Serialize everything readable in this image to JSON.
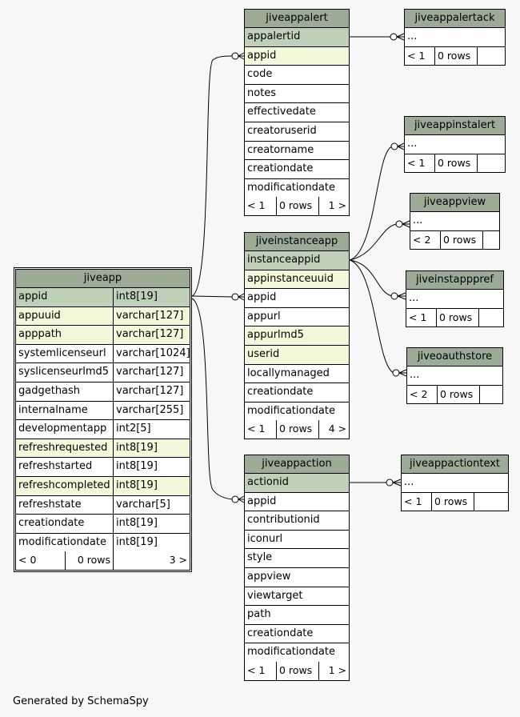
{
  "footer": "Generated by SchemaSpy",
  "tables": {
    "jiveapp": {
      "name": "jiveapp",
      "columns": [
        {
          "name": "appid",
          "type": "int8[19]"
        },
        {
          "name": "appuuid",
          "type": "varchar[127]"
        },
        {
          "name": "apppath",
          "type": "varchar[127]"
        },
        {
          "name": "systemlicenseurl",
          "type": "varchar[1024]"
        },
        {
          "name": "syslicenseurlmd5",
          "type": "varchar[127]"
        },
        {
          "name": "gadgethash",
          "type": "varchar[127]"
        },
        {
          "name": "internalname",
          "type": "varchar[255]"
        },
        {
          "name": "developmentapp",
          "type": "int2[5]"
        },
        {
          "name": "refreshrequested",
          "type": "int8[19]"
        },
        {
          "name": "refreshstarted",
          "type": "int8[19]"
        },
        {
          "name": "refreshcompleted",
          "type": "int8[19]"
        },
        {
          "name": "refreshstate",
          "type": "varchar[5]"
        },
        {
          "name": "creationdate",
          "type": "int8[19]"
        },
        {
          "name": "modificationdate",
          "type": "int8[19]"
        }
      ],
      "footer": {
        "parents": "< 0",
        "rows": "0 rows",
        "children": "3 >"
      }
    },
    "jiveappalert": {
      "name": "jiveappalert",
      "columns": [
        "appalertid",
        "appid",
        "code",
        "notes",
        "effectivedate",
        "creatoruserid",
        "creatorname",
        "creationdate",
        "modificationdate"
      ],
      "footer": {
        "parents": "< 1",
        "rows": "0 rows",
        "children": "1 >"
      }
    },
    "jiveinstanceapp": {
      "name": "jiveinstanceapp",
      "columns": [
        "instanceappid",
        "appinstanceuuid",
        "appid",
        "appurl",
        "appurlmd5",
        "userid",
        "locallymanaged",
        "creationdate",
        "modificationdate"
      ],
      "footer": {
        "parents": "< 1",
        "rows": "0 rows",
        "children": "4 >"
      }
    },
    "jiveappaction": {
      "name": "jiveappaction",
      "columns": [
        "actionid",
        "appid",
        "contributionid",
        "iconurl",
        "style",
        "appview",
        "viewtarget",
        "path",
        "creationdate",
        "modificationdate"
      ],
      "footer": {
        "parents": "< 1",
        "rows": "0 rows",
        "children": "1 >"
      }
    },
    "jiveappalertack": {
      "name": "jiveappalertack",
      "columns": [
        "..."
      ],
      "footer": {
        "parents": "< 1",
        "rows": "0 rows"
      }
    },
    "jiveappinstalert": {
      "name": "jiveappinstalert",
      "columns": [
        "..."
      ],
      "footer": {
        "parents": "< 1",
        "rows": "0 rows"
      }
    },
    "jiveappview": {
      "name": "jiveappview",
      "columns": [
        "..."
      ],
      "footer": {
        "parents": "< 2",
        "rows": "0 rows"
      }
    },
    "jiveinstapppref": {
      "name": "jiveinstapppref",
      "columns": [
        "..."
      ],
      "footer": {
        "parents": "< 1",
        "rows": "0 rows"
      }
    },
    "jiveoauthstore": {
      "name": "jiveoauthstore",
      "columns": [
        "..."
      ],
      "footer": {
        "parents": "< 2",
        "rows": "0 rows"
      }
    },
    "jiveappactiontext": {
      "name": "jiveappactiontext",
      "columns": [
        "..."
      ],
      "footer": {
        "parents": "< 1",
        "rows": "0 rows"
      }
    }
  }
}
